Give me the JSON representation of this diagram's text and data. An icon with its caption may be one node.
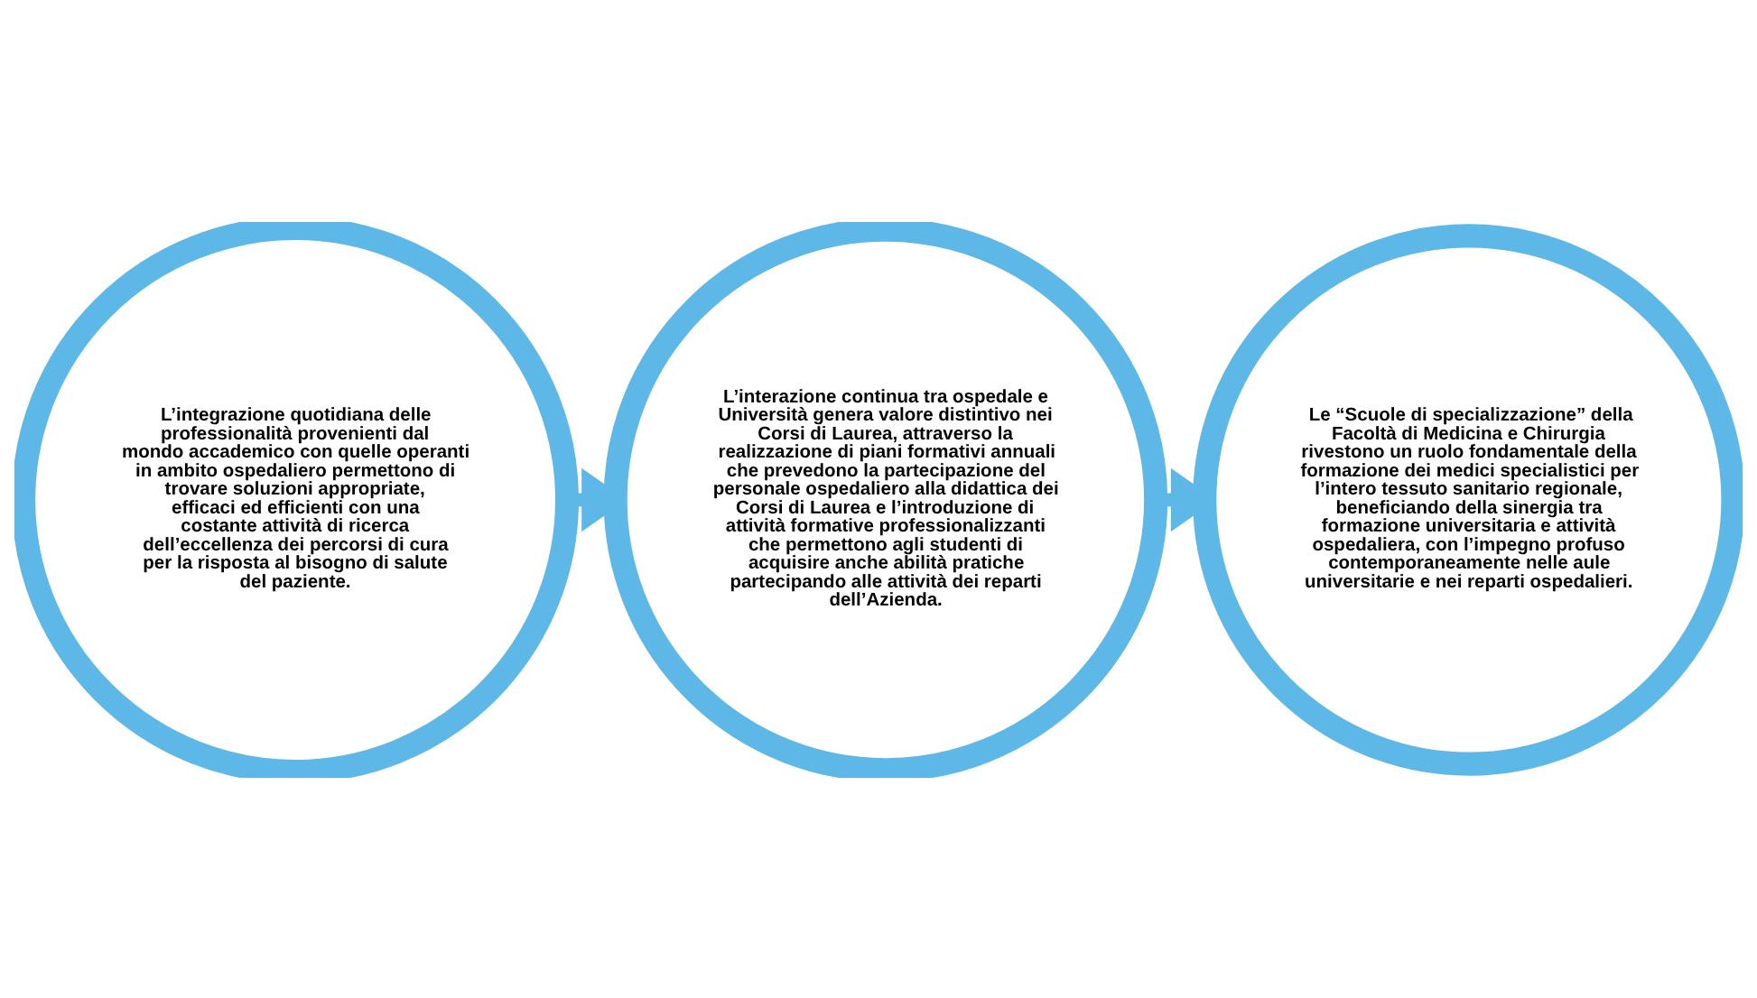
{
  "diagram": {
    "nodes": [
      {
        "text": [
          "L’integrazione quotidiana delle professionalità provenienti dal mondo accademico con quelle operanti in ambito ospedaliero permettono di trovare soluzioni appropriate, efficaci ed efficienti con una costante attività di ricerca dell’eccellenza dei percorsi di cura per la risposta al bisogno di salute del paziente."
        ]
      },
      {
        "text": [
          "L’interazione continua tra ospedale e Università genera valore distintivo nei Corsi di Laurea, attraverso la realizzazione di piani formativi annuali che prevedono la partecipazione del personale ospedaliero alla didattica dei Corsi di Laurea e l’introduzione di attività formative professionalizzanti che permettono agli studenti di acquisire anche abilità pratiche partecipando alle attività dei reparti dell’Azienda."
        ]
      },
      {
        "text": [
          "Le “Scuole di specializzazione” della Facoltà di Medicina e Chirurgia rivestono un ruolo fondamentale della formazione dei medici specialistici per l’intero tessuto sanitario regionale, beneficiando della sinergia tra formazione universitaria e attività ospedaliera, con l’impegno profuso contemporaneamente nelle aule universitarie e nei reparti ospedalieri."
        ]
      }
    ],
    "edges": [
      {
        "from": 0,
        "to": 1,
        "arrow": "to"
      },
      {
        "from": 1,
        "to": 2,
        "arrow": "to"
      }
    ]
  }
}
